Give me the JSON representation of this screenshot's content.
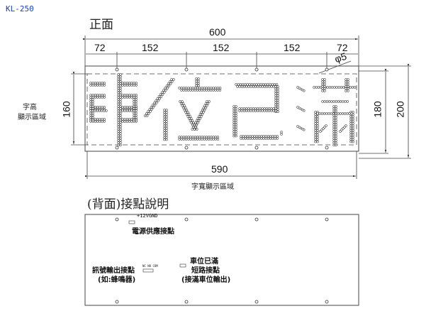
{
  "model": "KL-250",
  "front": {
    "title": "正面",
    "dims": {
      "total_width": "600",
      "segments": [
        "72",
        "152",
        "152",
        "152",
        "72"
      ],
      "hole_diameter": "φ5",
      "char_height": "160",
      "inner_height": "180",
      "total_height": "200",
      "char_width": "590"
    },
    "labels": {
      "char_height_line1": "字高",
      "char_height_line2": "顯示區域",
      "char_width": "字寬顯示區域"
    },
    "display_text": [
      "車",
      "位",
      "已",
      "滿"
    ]
  },
  "back": {
    "title": "(背面)接點說明",
    "power": {
      "terminal": "+12VGND",
      "label": "電源供應接點"
    },
    "signal": {
      "terminal": "NC NO COM",
      "line1": "訊號輸出接點",
      "line2": "(如:蜂鳴器)"
    },
    "full": {
      "line1": "車位已滿",
      "line2": "短路接點",
      "line3": "(接滿車位輸出)"
    }
  },
  "colors": {
    "line": "#555555",
    "dim_line": "#333333",
    "model_text": "#1a3fb0"
  }
}
